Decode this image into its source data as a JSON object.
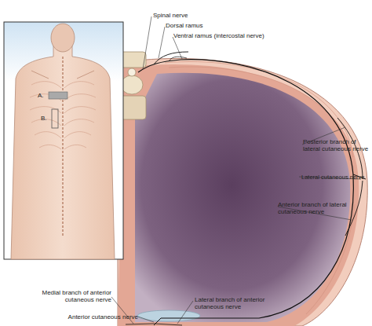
{
  "diagram": {
    "labels": [
      "A.",
      "B.",
      "Spinal nerve",
      "Dorsal ramus",
      "Ventral ramus (intercostal nerve)",
      "Posterior branch of lateral cutaneous nerve",
      "Lateral cutaneous nerve",
      "Anterior branch of lateral cutaneous nerve",
      "Medial branch of anterior cutaneous nerve",
      "Lateral branch of anterior cutaneous nerve",
      "Anterior cutaneous nerve"
    ]
  }
}
